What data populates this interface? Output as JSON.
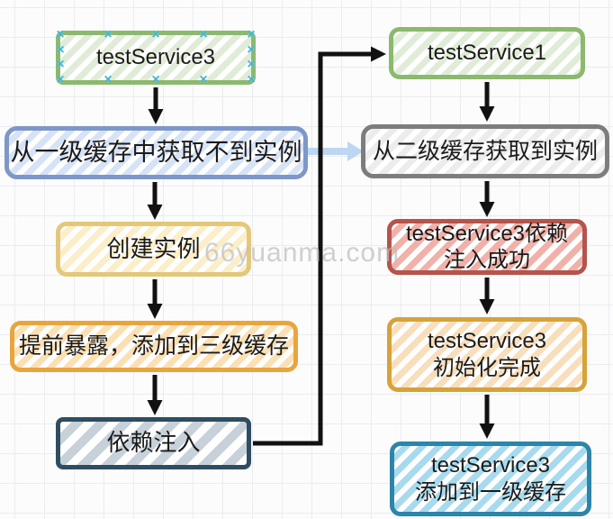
{
  "watermark": "66yuanma.com",
  "colors": {
    "arrow": "#111111",
    "soft_arrow": "#b7d4f1",
    "selection_handle": "#3db4d6",
    "watermark": "#bebebe"
  },
  "nodes": [
    {
      "id": "testService3",
      "label": "testService3",
      "border": "#8bb96d",
      "stripe": "#e0ecd7",
      "selected": true
    },
    {
      "id": "l1-cache-miss",
      "label": "从一级缓存中获取不到实例",
      "border": "#7d97c9",
      "stripe": "#d6e3f7",
      "selected": false
    },
    {
      "id": "create-instance",
      "label": "创建实例",
      "border": "#e3c77b",
      "stripe": "#fbeec9",
      "selected": false
    },
    {
      "id": "early-expose-l3",
      "label": "提前暴露，添加到三级缓存",
      "border": "#e8a53e",
      "stripe": "#fcdfb3",
      "selected": false
    },
    {
      "id": "dependency-injection",
      "label": "依赖注入",
      "border": "#2f4d61",
      "stripe": "#c7d1da",
      "selected": false
    },
    {
      "id": "testService1",
      "label": "testService1",
      "border": "#8bb96d",
      "stripe": "#e0ecd7",
      "selected": false
    },
    {
      "id": "l2-cache-hit",
      "label": "从二级缓存获取到实例",
      "border": "#7d7d7d",
      "stripe": "#ececec",
      "selected": false
    },
    {
      "id": "ts3-di-success",
      "label": "testService3依赖\n注入成功",
      "border": "#b4544d",
      "stripe": "#f1b1a8",
      "selected": false
    },
    {
      "id": "ts3-init-done",
      "label": "testService3\n初始化完成",
      "border": "#d7a23a",
      "stripe": "#f8debb",
      "selected": false
    },
    {
      "id": "ts3-add-l1-cache",
      "label": "testService3\n添加到一级缓存",
      "border": "#2d85aa",
      "stripe": "#a7daee",
      "selected": false
    }
  ],
  "edges": [
    {
      "from": "testService3",
      "to": "l1-cache-miss",
      "color": "#111111",
      "style": "straight"
    },
    {
      "from": "l1-cache-miss",
      "to": "create-instance",
      "color": "#111111",
      "style": "straight"
    },
    {
      "from": "create-instance",
      "to": "early-expose-l3",
      "color": "#111111",
      "style": "straight"
    },
    {
      "from": "early-expose-l3",
      "to": "dependency-injection",
      "color": "#111111",
      "style": "straight"
    },
    {
      "from": "dependency-injection",
      "to": "testService1",
      "color": "#111111",
      "style": "elbow"
    },
    {
      "from": "l1-cache-miss",
      "to": "l2-cache-hit",
      "color": "#b7d4f1",
      "style": "straight"
    },
    {
      "from": "testService1",
      "to": "l2-cache-hit",
      "color": "#111111",
      "style": "straight"
    },
    {
      "from": "l2-cache-hit",
      "to": "ts3-di-success",
      "color": "#111111",
      "style": "straight"
    },
    {
      "from": "ts3-di-success",
      "to": "ts3-init-done",
      "color": "#111111",
      "style": "straight"
    },
    {
      "from": "ts3-init-done",
      "to": "ts3-add-l1-cache",
      "color": "#111111",
      "style": "straight"
    }
  ]
}
